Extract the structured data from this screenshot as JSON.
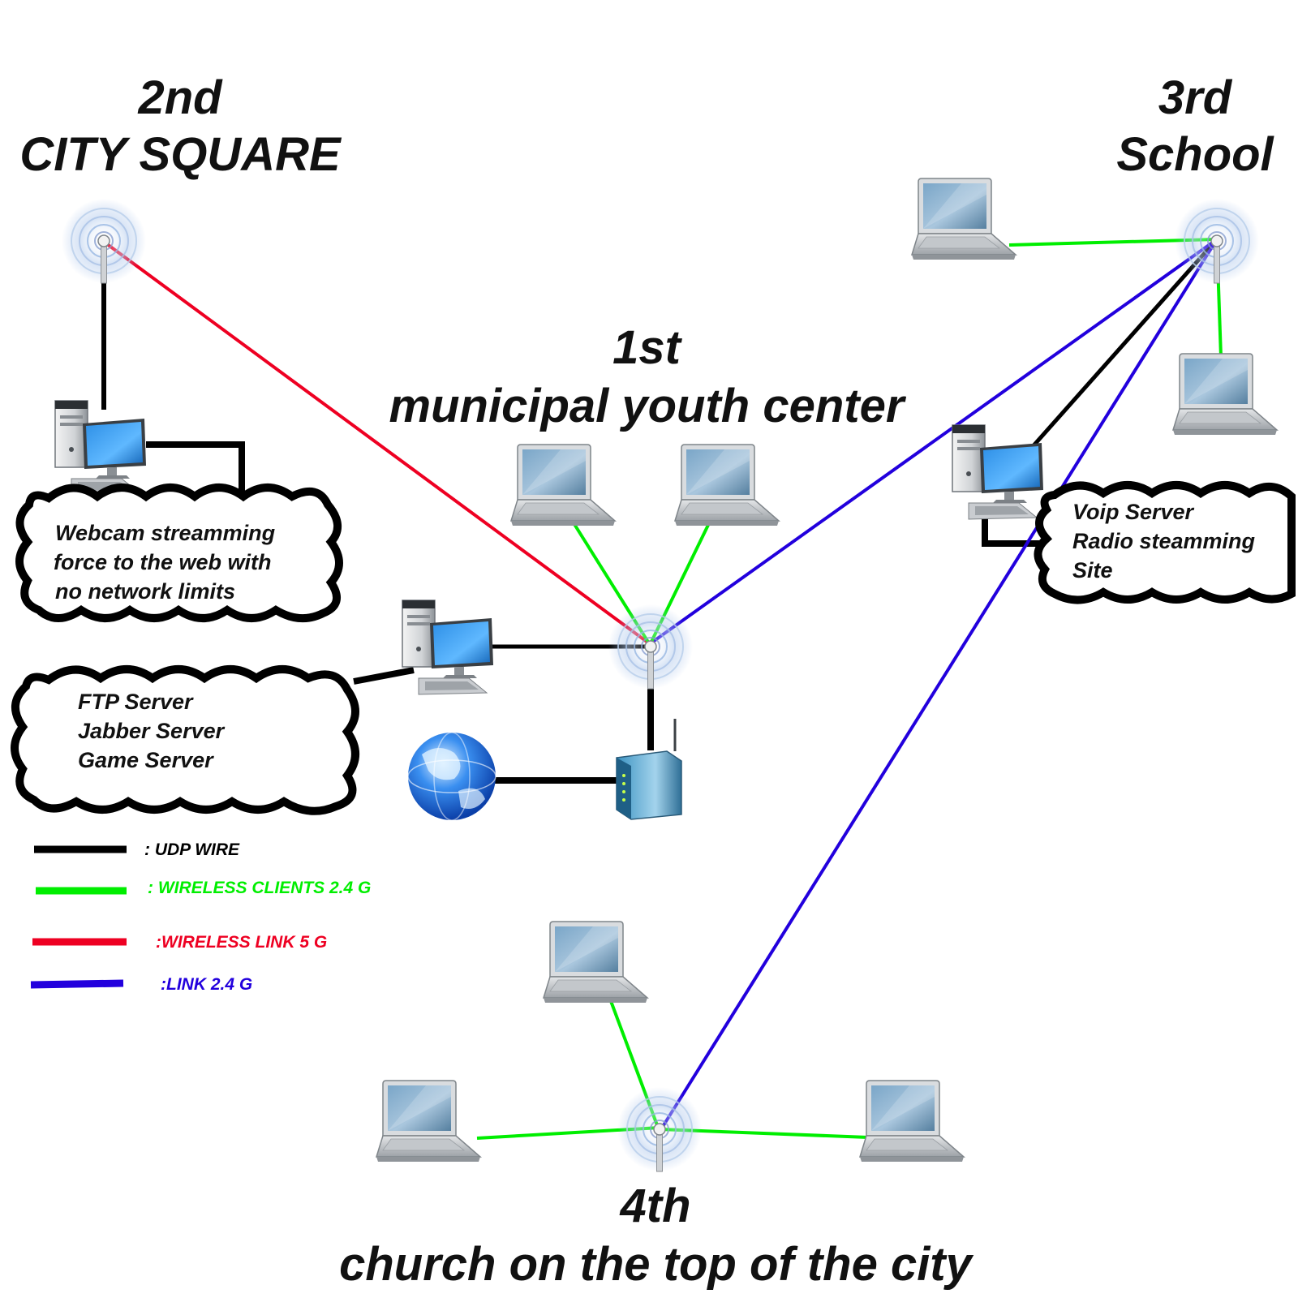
{
  "sites": {
    "second": {
      "line1": "2nd",
      "line2": "CITY SQUARE"
    },
    "third": {
      "line1": "3rd",
      "line2": "School"
    },
    "first": {
      "line1": "1st",
      "line2": "municipal youth center"
    },
    "fourth": {
      "line1": "4th",
      "line2": "church on the top of the city"
    }
  },
  "clouds": {
    "webcam": [
      "Webcam streamming",
      "force to the web with",
      " no network limits"
    ],
    "servers": [
      "FTP Server",
      "Jabber Server",
      "Game Server"
    ],
    "voip": [
      "Voip Server",
      "Radio steamming",
      "Site"
    ]
  },
  "legend": [
    {
      "label": ": UDP WIRE",
      "color": "#000000"
    },
    {
      "label": ": WIRELESS CLIENTS 2.4 G",
      "color": "#00ee00"
    },
    {
      "label": ":WIRELESS LINK 5 G",
      "color": "#ee0022"
    },
    {
      "label": ":LINK 2.4 G",
      "color": "#2200dd"
    }
  ],
  "colors": {
    "udp_wire": "#000000",
    "wireless_clients": "#00ee00",
    "wireless_link_5g": "#ee0022",
    "link_24g": "#2200dd"
  },
  "icons": [
    "access-point-icon",
    "laptop-icon",
    "desktop-computer-icon",
    "router-icon",
    "globe-icon"
  ]
}
